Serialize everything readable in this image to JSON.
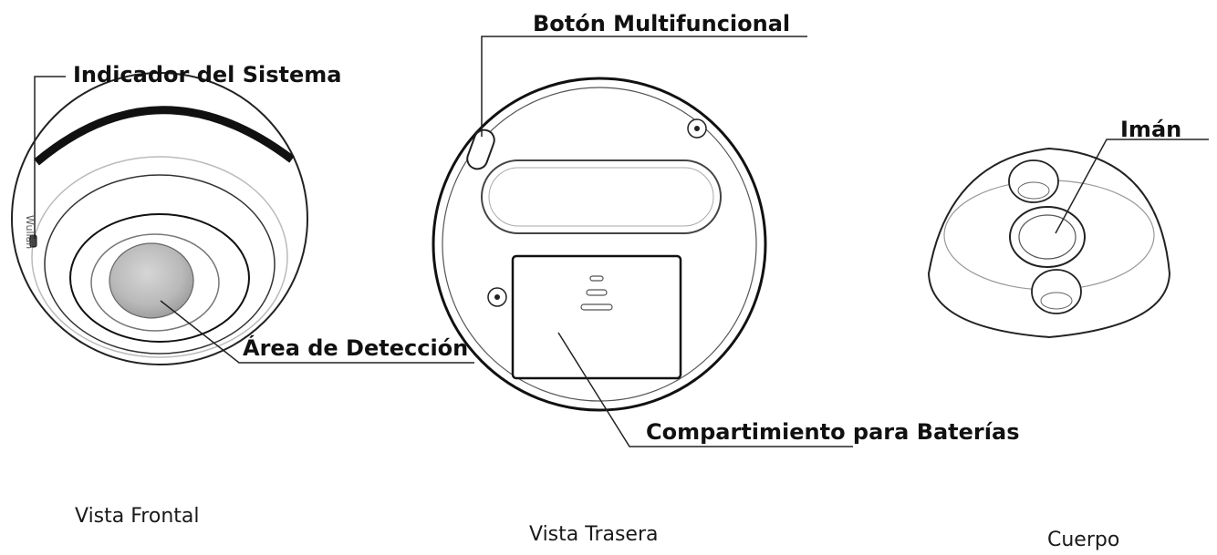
{
  "views": {
    "front": {
      "caption": "Vista Frontal",
      "brand_mark": "Wulian",
      "labels": {
        "system_indicator": "Indicador del Sistema",
        "detection_area": "Área de Detección"
      }
    },
    "back": {
      "caption": "Vista Trasera",
      "labels": {
        "multifunction_button": "Botón Multifuncional",
        "battery_compartment": "Compartimiento para Baterías"
      }
    },
    "body": {
      "caption": "Cuerpo",
      "labels": {
        "magnet": "Imán"
      }
    }
  }
}
